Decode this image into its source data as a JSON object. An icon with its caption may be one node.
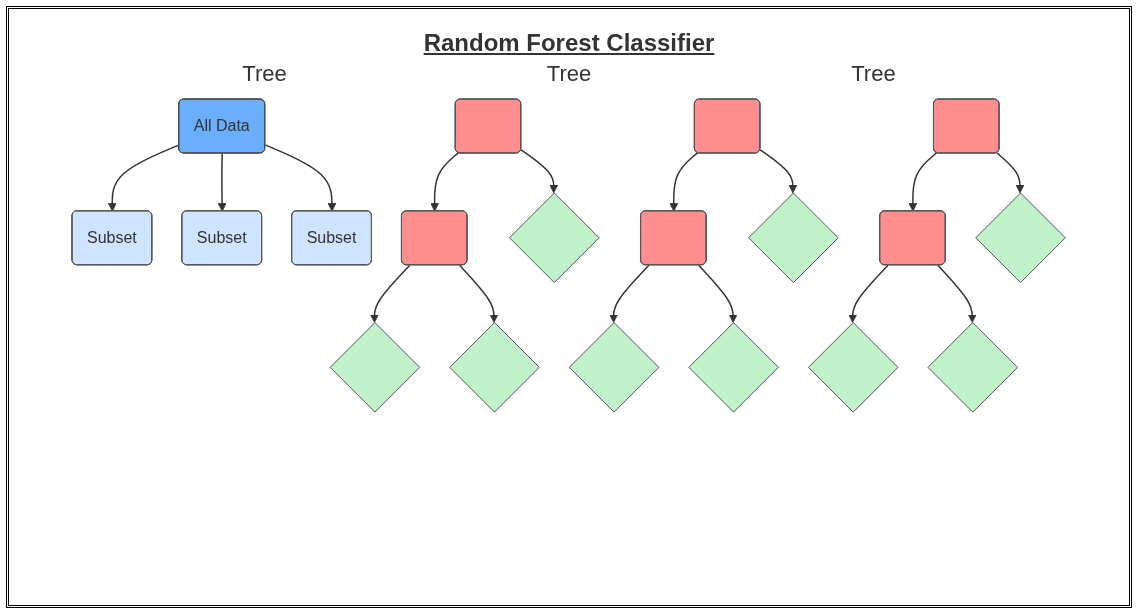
{
  "diagram": {
    "title": "Random Forest Classifier",
    "nodes": [
      {
        "text": [
          "All Data"
        ]
      },
      {
        "text": [
          "Subset"
        ]
      },
      {
        "text": [
          "Subset"
        ]
      },
      {
        "text": [
          "Subset"
        ]
      },
      {
        "text": [],
        "shape": "box"
      },
      {
        "text": [],
        "shape": "box"
      },
      {
        "text": [],
        "shape": "box"
      },
      {
        "text": [],
        "shape": "box"
      },
      {
        "text": [],
        "shape": "diamond"
      },
      {
        "text": [],
        "shape": "box"
      },
      {
        "text": [],
        "shape": "diamond"
      },
      {
        "text": [],
        "shape": "box"
      },
      {
        "text": [],
        "shape": "diamond"
      },
      {
        "text": [],
        "shape": "diamond"
      },
      {
        "text": [],
        "shape": "diamond"
      },
      {
        "text": [],
        "shape": "diamond"
      },
      {
        "text": [],
        "shape": "diamond"
      },
      {
        "text": [],
        "shape": "diamond"
      },
      {
        "text": [],
        "shape": "diamond"
      }
    ],
    "edges": [
      {
        "from": 0,
        "to": 1,
        "arrow": "to"
      },
      {
        "from": 0,
        "to": 2,
        "arrow": "to"
      },
      {
        "from": 0,
        "to": 3,
        "arrow": "to"
      },
      {
        "from": 4,
        "to": 7,
        "arrow": "to"
      },
      {
        "from": 4,
        "to": 8,
        "arrow": "to"
      },
      {
        "from": 7,
        "to": 13,
        "arrow": "to"
      },
      {
        "from": 7,
        "to": 14,
        "arrow": "to"
      },
      {
        "from": 5,
        "to": 9,
        "arrow": "to"
      },
      {
        "from": 5,
        "to": 10,
        "arrow": "to"
      },
      {
        "from": 9,
        "to": 15,
        "arrow": "to"
      },
      {
        "from": 9,
        "to": 16,
        "arrow": "to"
      },
      {
        "from": 6,
        "to": 11,
        "arrow": "to"
      },
      {
        "from": 6,
        "to": 12,
        "arrow": "to"
      },
      {
        "from": 11,
        "to": 17,
        "arrow": "to"
      },
      {
        "from": 11,
        "to": 18,
        "arrow": "to"
      }
    ],
    "labels": [
      "Tree",
      "Tree",
      "Tree"
    ]
  }
}
